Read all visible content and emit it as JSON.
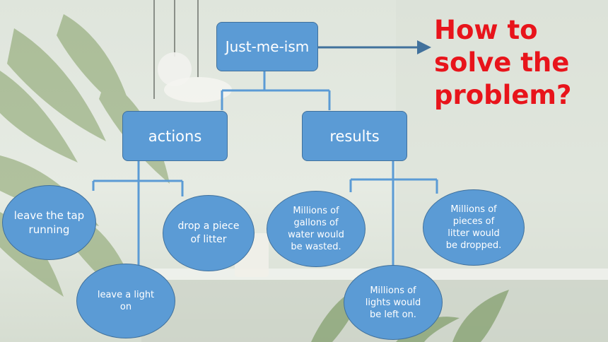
{
  "title_box": "Just-me-ism",
  "question": "How to\nsolve the\nproblem?",
  "branches": {
    "actions": "actions",
    "results": "results"
  },
  "action_items": [
    "leave the tap running",
    "drop a piece of litter",
    "leave a light on"
  ],
  "result_items": [
    "Millions of gallons of water would be wasted.",
    "Millions of pieces of litter would be dropped.",
    "Millions of lights would be left on."
  ],
  "colors": {
    "box_fill": "#5b9bd5",
    "box_border": "#41719c",
    "question_text": "#e8141b"
  }
}
